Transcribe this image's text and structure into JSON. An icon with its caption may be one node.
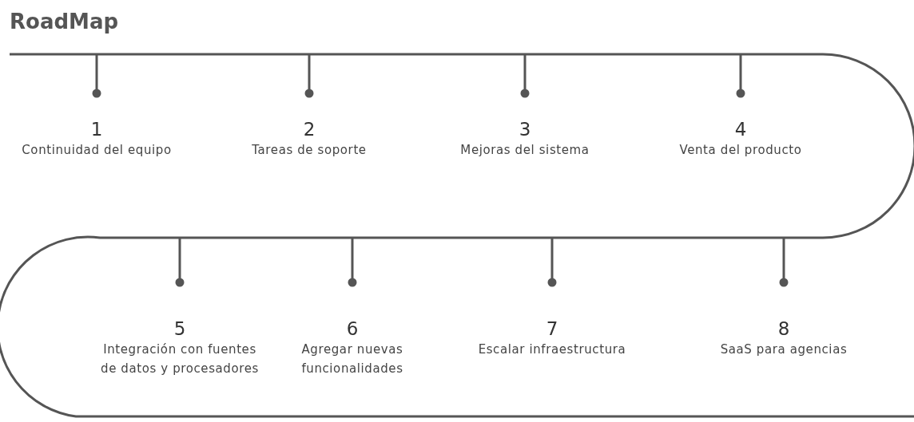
{
  "diagram": {
    "title": "RoadMap",
    "nodes": [
      {
        "text": [
          "1",
          "Continuidad del equipo"
        ]
      },
      {
        "text": [
          "2",
          "Tareas de soporte"
        ]
      },
      {
        "text": [
          "3",
          "Mejoras del sistema"
        ]
      },
      {
        "text": [
          "4",
          "Venta del producto"
        ]
      },
      {
        "text": [
          "5",
          "Integración con fuentes de datos y procesadores"
        ]
      },
      {
        "text": [
          "6",
          "Agregar nuevas funcionalidades"
        ]
      },
      {
        "text": [
          "7",
          "Escalar infraestructura"
        ]
      },
      {
        "text": [
          "8",
          "SaaS para agencias"
        ]
      }
    ]
  }
}
